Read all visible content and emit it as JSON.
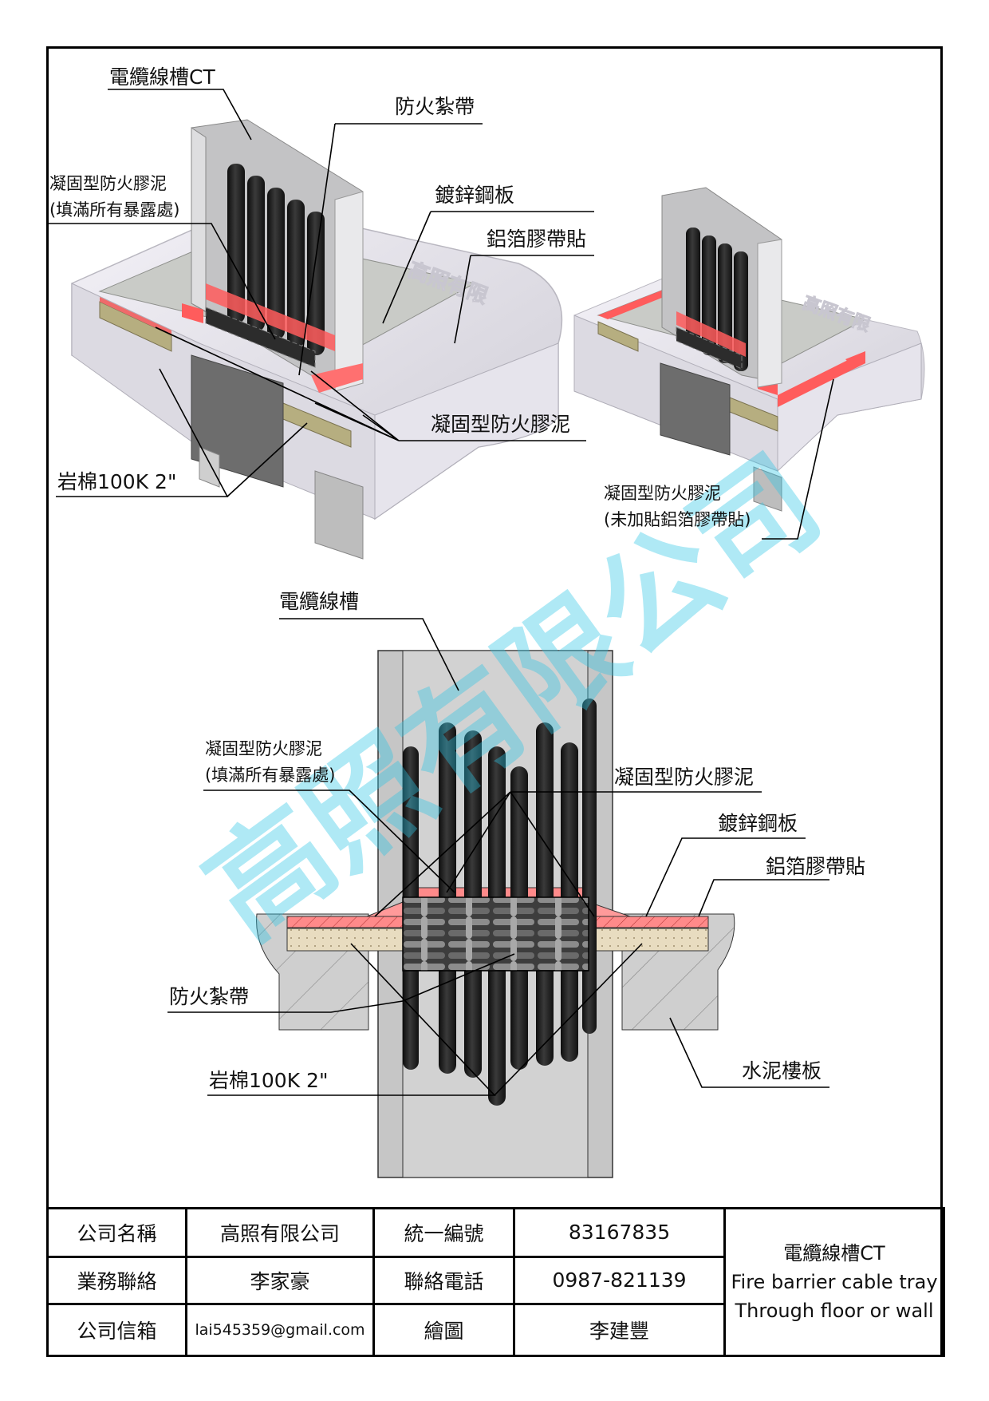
{
  "labels": {
    "top_left": {
      "ct": "電纜線槽CT",
      "fire_tape": "防火紮帶",
      "putty_fill_1": "凝固型防火膠泥",
      "putty_fill_2": "(填滿所有暴露處)",
      "galv_plate": "鍍鋅鋼板",
      "alu_tape": "鋁箔膠帶貼",
      "putty": "凝固型防火膠泥",
      "rockwool": "岩棉100K 2\""
    },
    "top_right": {
      "putty_1": "凝固型防火膠泥",
      "putty_2": "(未加貼鋁箔膠帶貼)"
    },
    "section": {
      "tray": "電纜線槽",
      "putty_fill_1": "凝固型防火膠泥",
      "putty_fill_2": "(填滿所有暴露處)",
      "putty": "凝固型防火膠泥",
      "galv_plate": "鍍鋅鋼板",
      "alu_tape": "鋁箔膠帶貼",
      "fire_tape": "防火紮帶",
      "rockwool": "岩棉100K 2\"",
      "slab": "水泥樓板"
    }
  },
  "watermark": "高照有限公司",
  "title_block": {
    "company_name_label": "公司名稱",
    "company_name": "高照有限公司",
    "tax_id_label": "統一編號",
    "tax_id": "83167835",
    "sales_label": "業務聯絡",
    "sales": "李家豪",
    "phone_label": "聯絡電話",
    "phone": "0987-821139",
    "email_label": "公司信箱",
    "email": "lai545359@gmail.com",
    "drawn_label": "繪圖",
    "drawn_by": "李建豐",
    "desc_1": "電纜線槽CT",
    "desc_2": "Fire barrier cable tray",
    "desc_3": "Through floor or wall"
  },
  "colors": {
    "red_band": "#ff6b6b",
    "rockwool": "#e8dcc0",
    "cable": "#1e1e1e",
    "slab": "#cfcfcf",
    "watermark": "#2ec5e6"
  }
}
